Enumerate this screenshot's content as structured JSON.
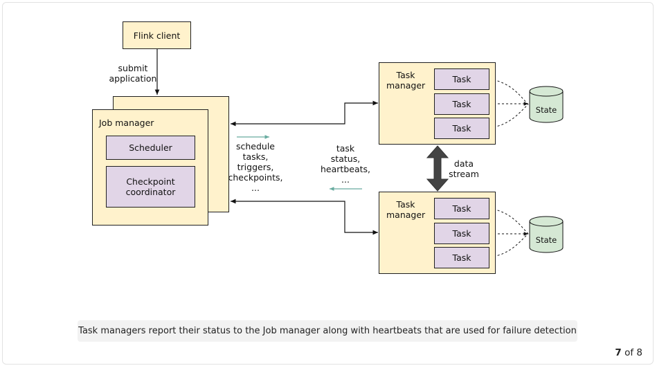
{
  "flink_client": "Flink client",
  "submit_label": [
    "submit",
    "application"
  ],
  "job_manager": {
    "title": "Job manager",
    "scheduler": "Scheduler",
    "checkpoint": [
      "Checkpoint",
      "coordinator"
    ]
  },
  "schedule_label": [
    "schedule",
    "tasks,",
    "triggers,",
    "checkpoints,",
    "..."
  ],
  "status_label": [
    "task",
    "status,",
    "heartbeats,",
    "..."
  ],
  "task_manager_1": {
    "title": [
      "Task",
      "manager"
    ],
    "tasks": [
      "Task",
      "Task",
      "Task"
    ],
    "state": "State"
  },
  "task_manager_2": {
    "title": [
      "Task",
      "manager"
    ],
    "tasks": [
      "Task",
      "Task",
      "Task"
    ],
    "state": "State"
  },
  "data_stream_label": [
    "data",
    "stream"
  ],
  "caption": "Task managers report their status to the Job manager along with heartbeats that are used for failure detection",
  "pager": {
    "current": "7",
    "suffix": " of 8"
  },
  "colors": {
    "box_fill": "#fff2cc",
    "purple_fill": "#e1d5e7",
    "state_fill": "#d5e8d4",
    "accent_arrow": "#67ab9f"
  }
}
